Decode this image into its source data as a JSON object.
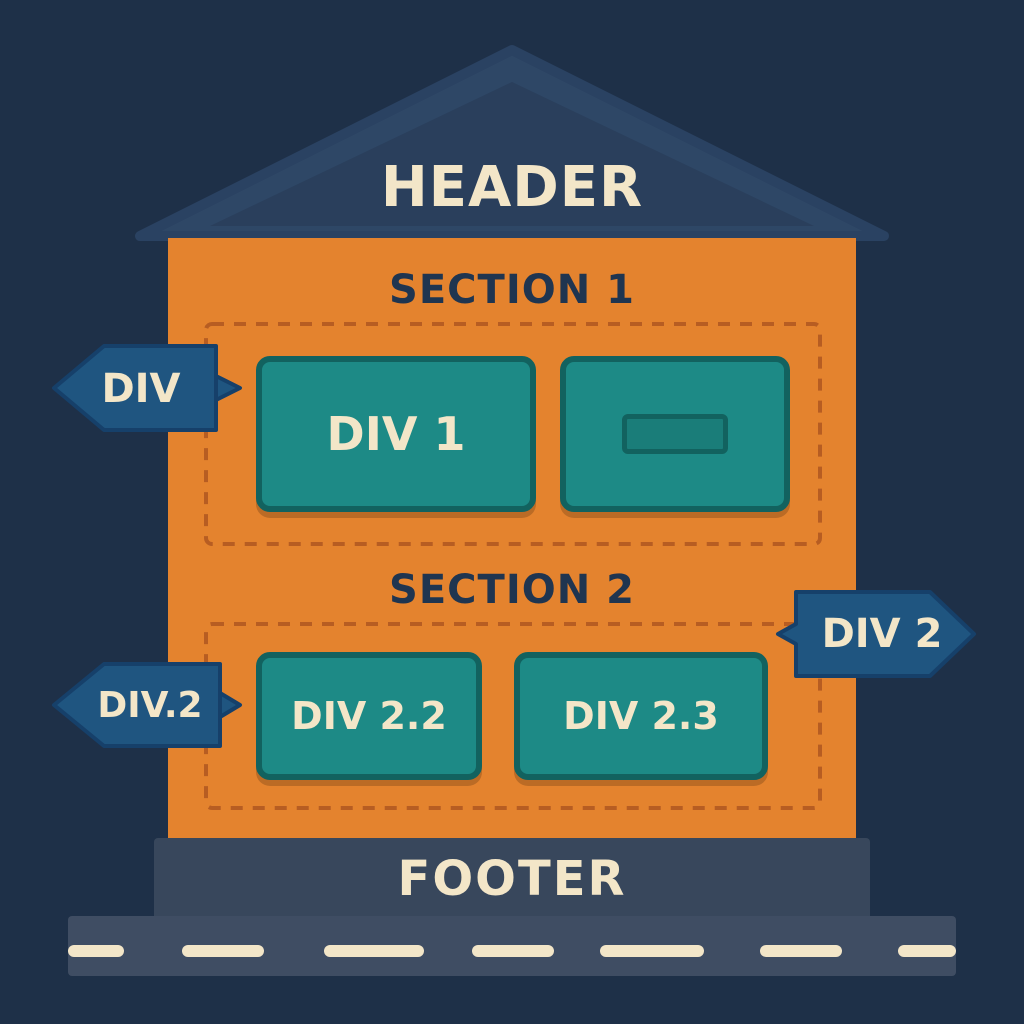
{
  "header": {
    "label": "HEADER"
  },
  "sections": [
    {
      "label": "SECTION 1"
    },
    {
      "label": "SECTION 2"
    }
  ],
  "boxes": {
    "div1": "DIV 1",
    "div22": "DIV 2.2",
    "div23": "DIV 2.3"
  },
  "tags": {
    "div": "DIV",
    "div2_right": "DIV 2",
    "div2_left": "DIV.2"
  },
  "footer": {
    "label": "FOOTER"
  },
  "colors": {
    "background": "#1e3048",
    "roof": "#2e4766",
    "body": "#e4832e",
    "box_fill": "#1d8a86",
    "box_border": "#12625f",
    "tag_fill": "#1f5580",
    "footer_base": "#38475c",
    "road": "#3f4d63",
    "text_light": "#f3e6c8",
    "text_dark": "#1f3550"
  }
}
